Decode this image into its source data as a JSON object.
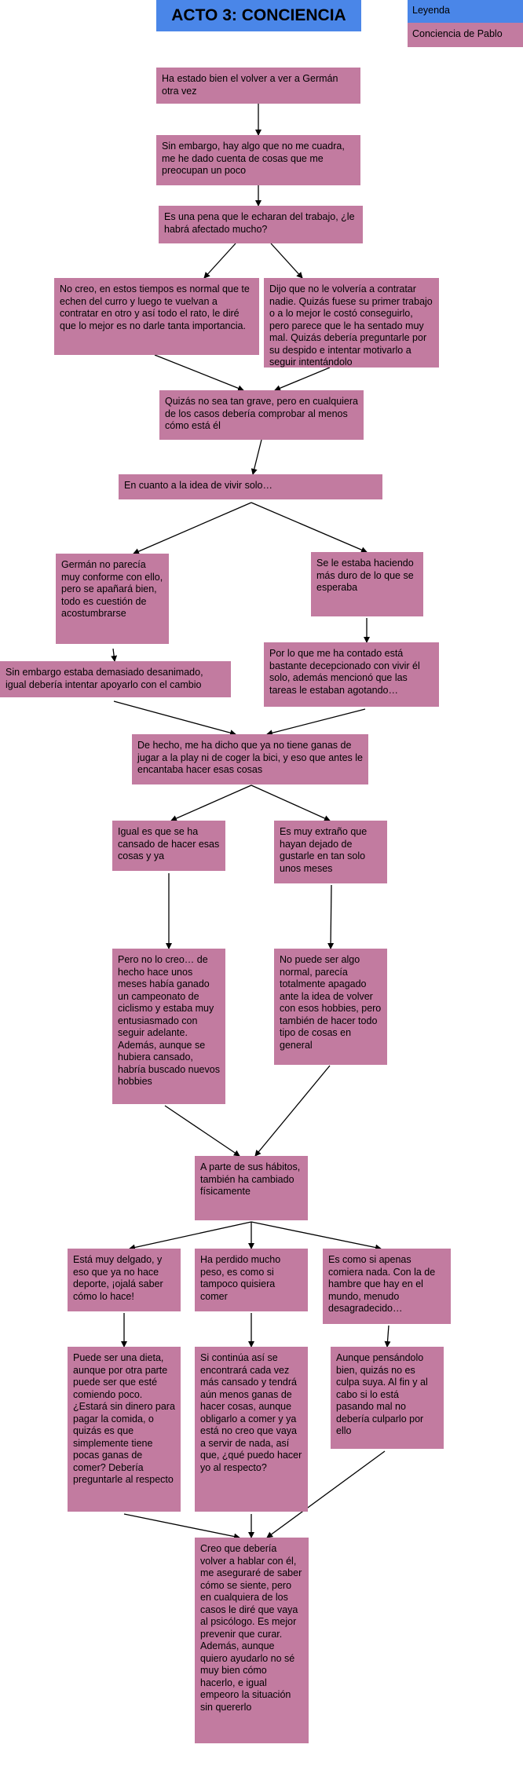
{
  "title": "ACTO 3: CONCIENCIA",
  "legend": {
    "label_1": "Leyenda",
    "label_2": "Conciencia de Pablo"
  },
  "colors": {
    "title_bg": "#4a86e8",
    "node_bg": "#c27ba0",
    "edge": "#000000"
  },
  "nodes": {
    "n1": "Ha estado bien el volver a ver a Germán otra vez",
    "n2": "Sin embargo, hay algo que no me cuadra, me he dado cuenta de cosas que me preocupan un poco",
    "n3": "Es una pena que le echaran del trabajo, ¿le habrá afectado mucho?",
    "n4": "No creo, en estos tiempos es normal que te echen del curro y luego te vuelvan a contratar en otro y así todo el rato, le diré que lo mejor es no darle tanta importancia.",
    "n5": "Dijo que no le volvería a contratar nadie. Quizás fuese su primer trabajo o a lo mejor le costó conseguirlo, pero parece que le ha sentado muy mal. Quizás debería preguntarle por su despido e intentar motivarlo a seguir intentándolo",
    "n6": "Quizás no sea tan grave, pero en cualquiera de los casos debería comprobar al menos cómo está él",
    "n7": "En cuanto a la idea de vivir solo…",
    "n8": "Germán no parecía muy conforme con ello, pero se apañará bien, todo es cuestión de acostumbrarse",
    "n9": "Se le estaba haciendo más duro de lo que se esperaba",
    "n10": "Sin embargo estaba demasiado desanimado, igual debería intentar apoyarlo con el cambio",
    "n11": "Por lo que me ha contado está bastante decepcionado con vivir él solo, además mencionó que las tareas le estaban agotando…",
    "n12": "De hecho, me ha dicho que ya no tiene ganas de jugar a la play ni de coger la bici, y eso que antes le encantaba hacer esas cosas",
    "n13": "Igual es que se ha cansado de hacer esas cosas y ya",
    "n14": "Es muy extraño que hayan dejado de gustarle en tan solo unos meses",
    "n15": "Pero no lo creo… de hecho hace unos meses había ganado un campeonato de ciclismo y estaba muy entusiasmado con seguir adelante. Además, aunque se hubiera cansado, habría buscado nuevos hobbies",
    "n16": "No puede ser algo normal, parecía totalmente apagado ante la idea de volver con esos hobbies, pero también de hacer todo tipo de cosas en general",
    "n17": "A parte de sus hábitos, también ha cambiado físicamente",
    "n18": "Está muy delgado, y eso que ya no hace deporte, ¡ojalá saber cómo lo hace!",
    "n19": "Ha perdido mucho peso, es como si tampoco quisiera comer",
    "n20": "Es como si apenas comiera nada. Con la de hambre que hay en el mundo, menudo desagradecido…",
    "n21": "Puede ser una dieta, aunque por otra parte puede ser que esté comiendo poco. ¿Estará sin dinero para pagar la comida, o quizás es que simplemente tiene pocas ganas de comer? Debería preguntarle al respecto",
    "n22": "Si continúa así se encontrará cada vez más cansado y tendrá aún menos ganas de hacer cosas, aunque obligarlo a comer y ya está no creo que vaya a servir de nada, así que, ¿qué puedo hacer yo al respecto?",
    "n23": "Aunque pensándolo bien, quizás no es culpa suya. Al fin y al cabo si lo está pasando mal no debería culparlo por ello",
    "n24": "Creo que debería volver a hablar con él, me aseguraré de saber cómo se siente, pero en cualquiera de los casos le diré que vaya al psicólogo. Es mejor prevenir que curar. Además, aunque quiero ayudarlo no sé muy bien cómo hacerlo, e igual empeoro la situación sin quererlo"
  }
}
